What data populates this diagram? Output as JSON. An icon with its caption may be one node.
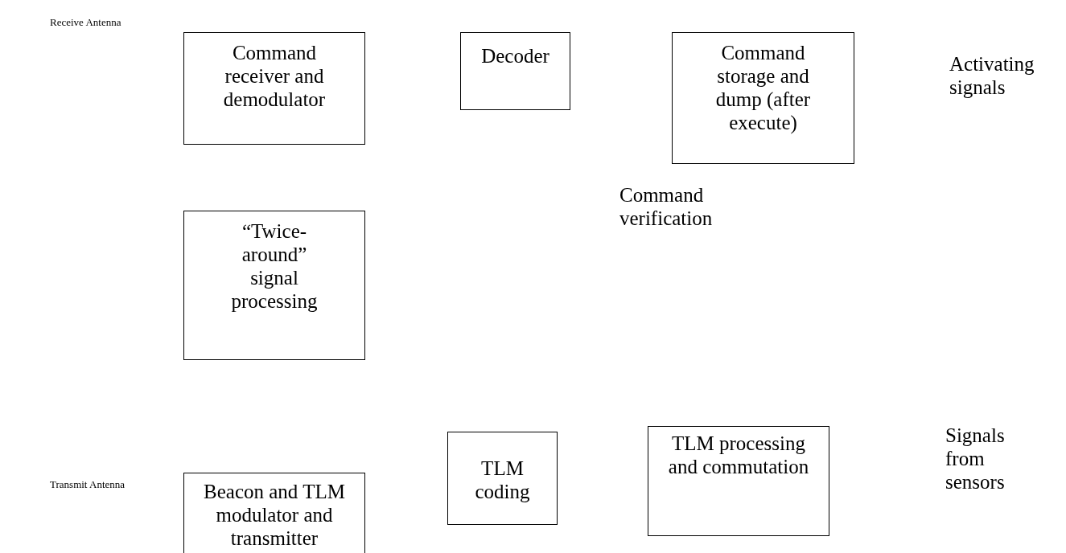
{
  "diagram": {
    "nodes": [
      {
        "text": [
          "Command receiver and demodulator"
        ]
      },
      {
        "text": [
          "Decoder"
        ]
      },
      {
        "text": [
          "Command storage and dump (after execute)"
        ]
      },
      {
        "text": [
          "“Twice-around” signal processing"
        ]
      },
      {
        "text": [
          "Beacon and TLM modulator and transmitter"
        ]
      },
      {
        "text": [
          "TLM coding"
        ]
      },
      {
        "text": [
          "TLM processing and commutation"
        ]
      }
    ],
    "labels": [
      "Receive Antenna",
      "Activating signals",
      "Command verification",
      "Transmit Antenna",
      "Signals from sensors"
    ]
  }
}
